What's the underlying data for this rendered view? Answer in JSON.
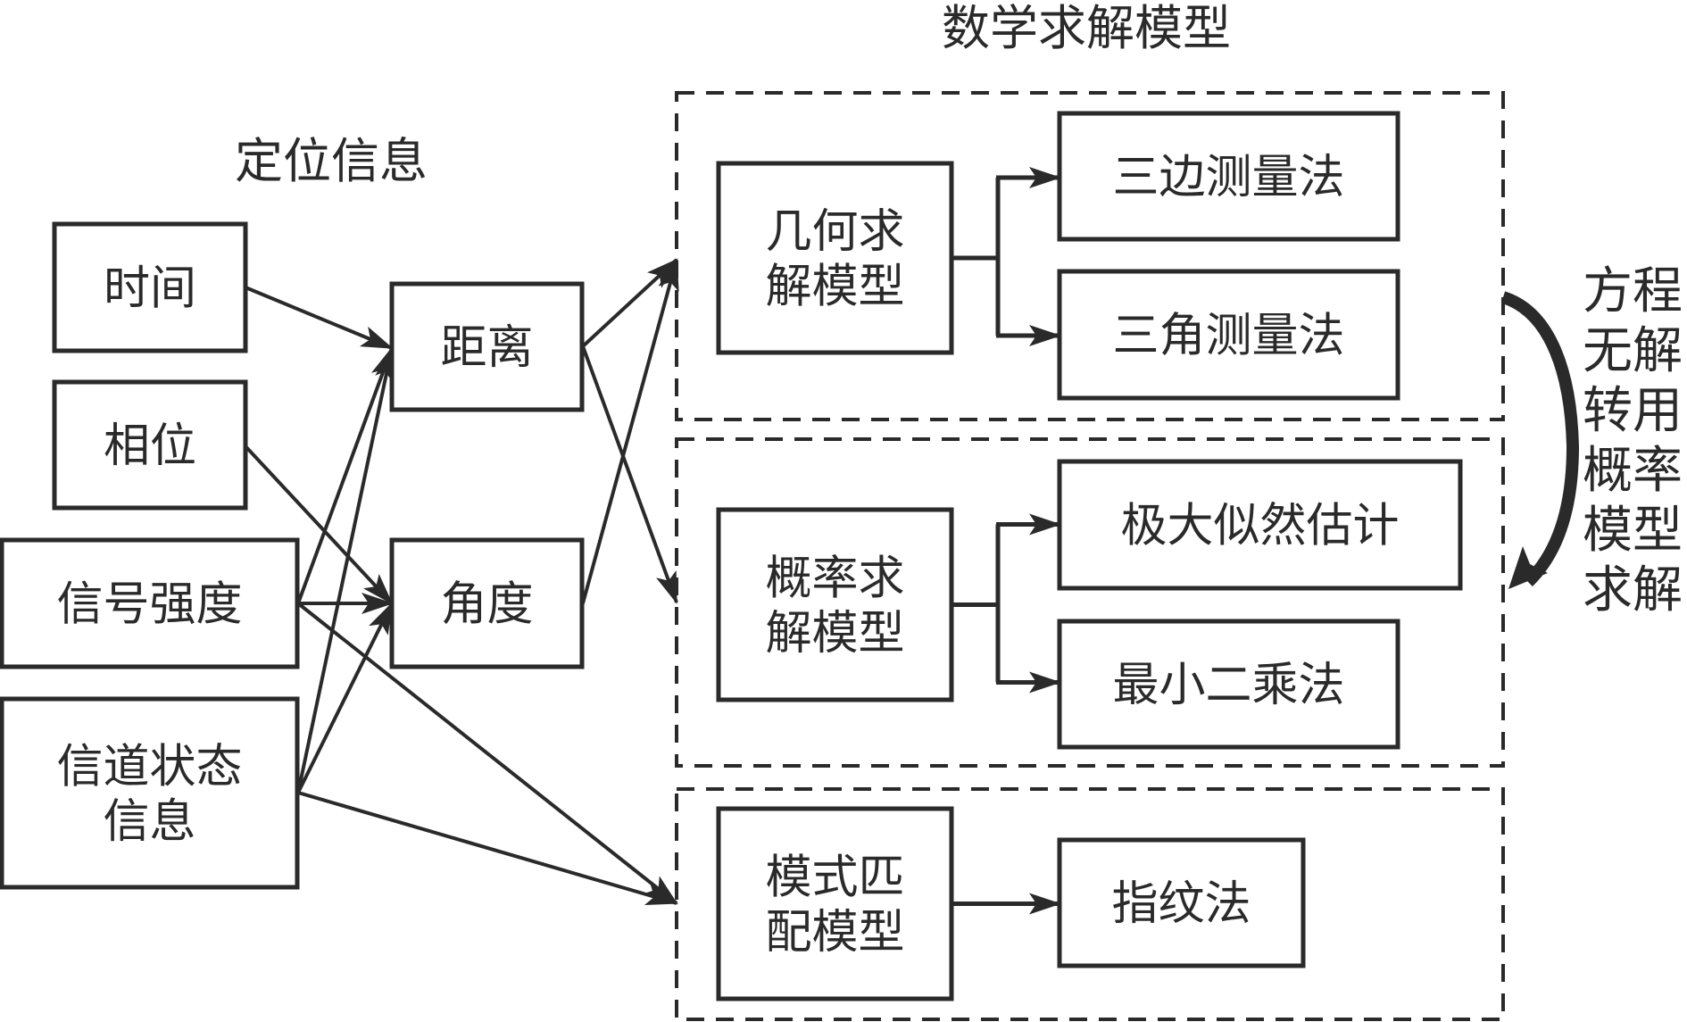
{
  "titles": {
    "left": "定位信息",
    "right": "数学求解模型"
  },
  "inputs": [
    {
      "id": "time",
      "lines": [
        "时间"
      ]
    },
    {
      "id": "phase",
      "lines": [
        "相位"
      ]
    },
    {
      "id": "signal_strength",
      "lines": [
        "信号强度"
      ]
    },
    {
      "id": "csi",
      "lines": [
        "信道状态",
        "信息"
      ]
    }
  ],
  "measurements": [
    {
      "id": "distance",
      "lines": [
        "距离"
      ]
    },
    {
      "id": "angle",
      "lines": [
        "角度"
      ]
    }
  ],
  "model_groups": [
    {
      "id": "geometric",
      "model": {
        "lines": [
          "几何求",
          "解模型"
        ]
      },
      "methods": [
        [
          "三边测量法"
        ],
        [
          "三角测量法"
        ]
      ]
    },
    {
      "id": "probabilistic",
      "model": {
        "lines": [
          "概率求",
          "解模型"
        ]
      },
      "methods": [
        [
          "极大似然估计"
        ],
        [
          "最小二乘法"
        ]
      ]
    },
    {
      "id": "pattern",
      "model": {
        "lines": [
          "模式匹",
          "配模型"
        ]
      },
      "methods": [
        [
          "指纹法"
        ]
      ]
    }
  ],
  "fallback_note": {
    "lines": [
      "方程",
      "无解",
      "转用",
      "概率",
      "模型",
      "求解"
    ],
    "from": "geometric",
    "to": "probabilistic"
  },
  "edges": [
    {
      "from": "time",
      "to": "distance"
    },
    {
      "from": "phase",
      "to": "angle"
    },
    {
      "from": "signal_strength",
      "to": "distance"
    },
    {
      "from": "signal_strength",
      "to": "angle"
    },
    {
      "from": "signal_strength",
      "to": "pattern"
    },
    {
      "from": "csi",
      "to": "distance"
    },
    {
      "from": "csi",
      "to": "angle"
    },
    {
      "from": "csi",
      "to": "pattern"
    },
    {
      "from": "distance",
      "to": "geometric"
    },
    {
      "from": "distance",
      "to": "probabilistic"
    },
    {
      "from": "angle",
      "to": "geometric"
    }
  ],
  "colors": {
    "ink": "#2a2a2a",
    "background": "#ffffff"
  }
}
